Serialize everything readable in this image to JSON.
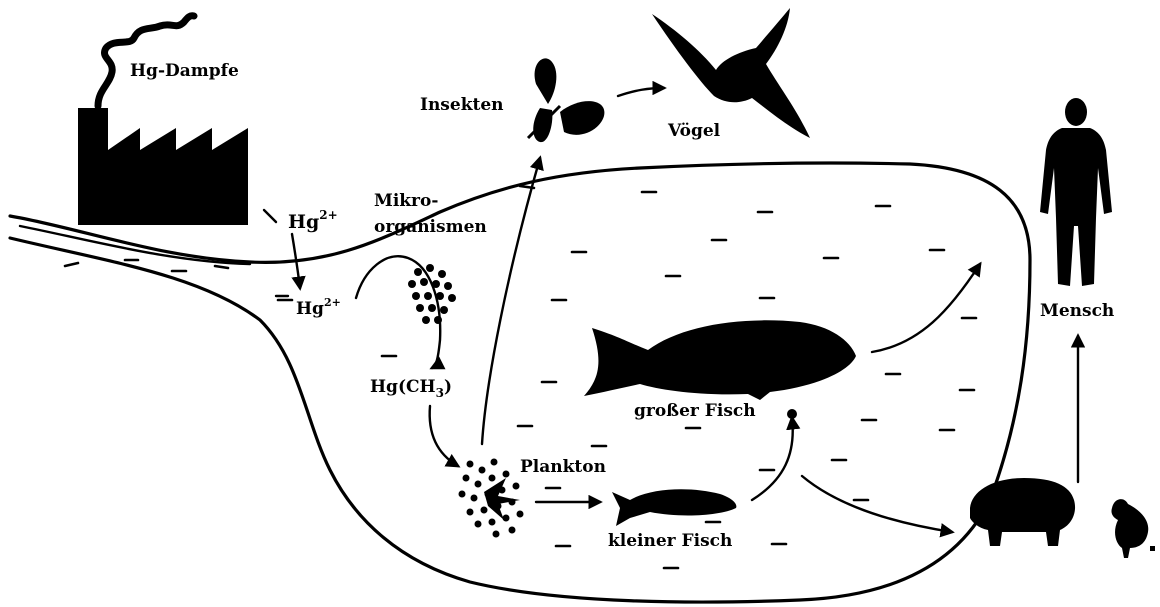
{
  "labels": {
    "hg_vapor": "Hg-Dampfe",
    "hg2_upper": "Hg",
    "hg2_upper_sup": "2+",
    "hg2_lower": "Hg",
    "hg2_lower_sup": "2+",
    "microorganisms_line1": "Mikro-",
    "microorganisms_line2": "organismen",
    "methylmercury": "Hg(CH",
    "methylmercury_sub": "3",
    "methylmercury_close": ")",
    "insects": "Insekten",
    "birds": "Vögel",
    "plankton": "Plankton",
    "small_fish": "kleiner Fisch",
    "large_fish": "großer Fisch",
    "human": "Mensch"
  },
  "icons": [
    "factory-icon",
    "smoke-icon",
    "insect-icon",
    "bird-icon",
    "human-icon",
    "large-fish-icon",
    "small-fish-icon",
    "pig-icon",
    "chicken-icon",
    "microorganisms-cluster-icon",
    "plankton-cluster-icon"
  ],
  "colors": {
    "ink": "#000000",
    "background": "#ffffff"
  }
}
